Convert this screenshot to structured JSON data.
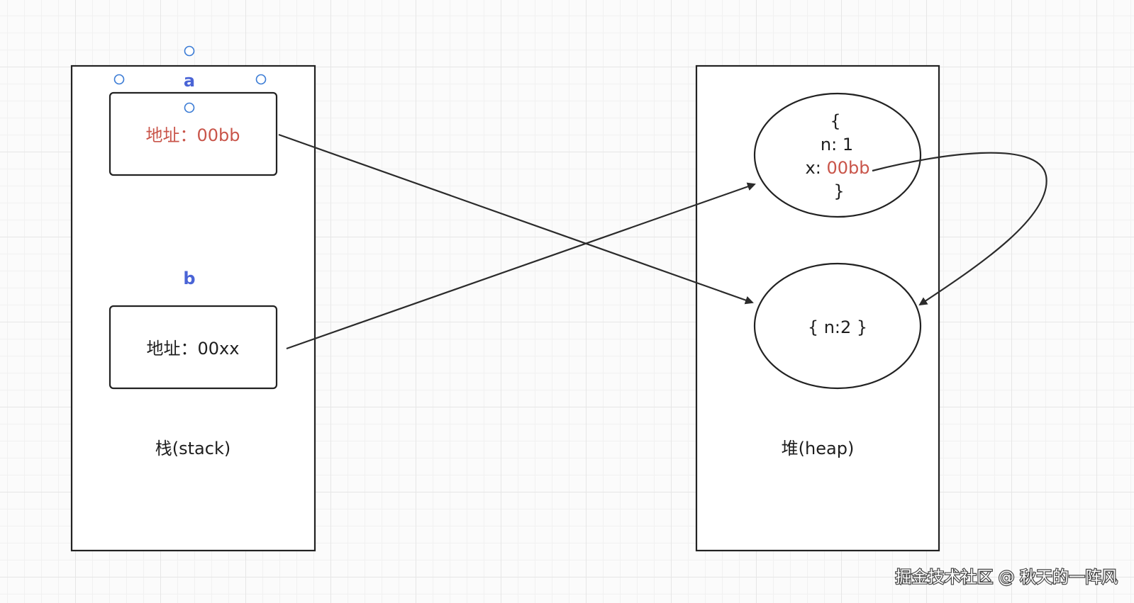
{
  "stack": {
    "label": "栈(stack)",
    "var_a": {
      "name": "a",
      "prefix": "地址：",
      "address": "00bb"
    },
    "var_b": {
      "name": "b",
      "prefix": "地址：",
      "address": "00xx"
    }
  },
  "heap": {
    "label": "堆(heap)",
    "object_1": {
      "open": "{",
      "n_line": "n: 1",
      "x_key": "x: ",
      "x_value": "00bb",
      "close": "}"
    },
    "object_2": {
      "text": "{ n:2 }"
    }
  },
  "colors": {
    "address_highlight": "#c9554a",
    "variable_name": "#4a64d6",
    "selection_handle": "#3a7bd5"
  },
  "watermark": "掘金技术社区 @ 秋天的一阵风"
}
